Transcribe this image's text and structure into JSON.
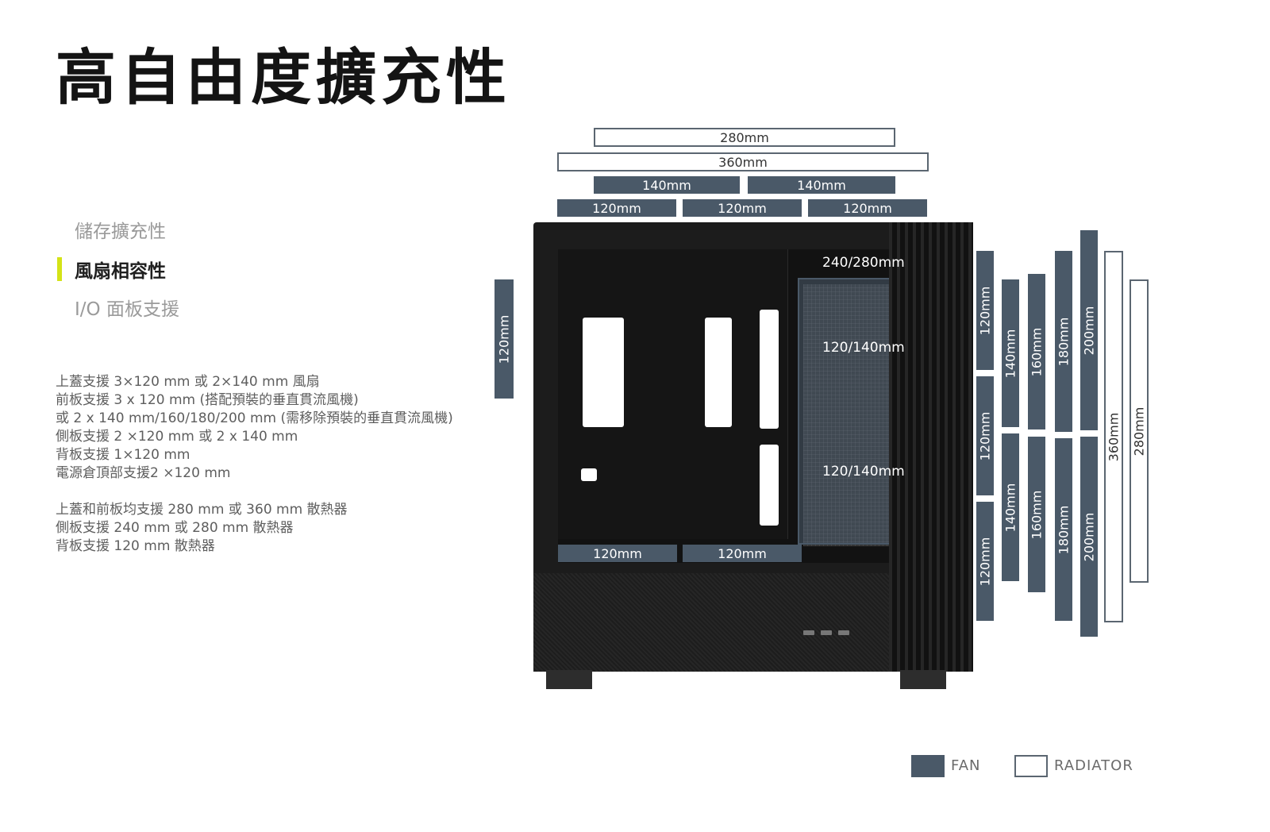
{
  "title": "高自由度擴充性",
  "tabs": [
    {
      "label": "儲存擴充性",
      "active": false
    },
    {
      "label": "風扇相容性",
      "active": true
    },
    {
      "label": "I/O 面板支援",
      "active": false
    }
  ],
  "specs": {
    "fans": [
      "上蓋支援 3×120 mm 或 2×140 mm 風扇",
      "前板支援 3 x 120 mm (搭配預裝的垂直貫流風機)",
      "或 2 x 140 mm/160/180/200 mm (需移除預裝的垂直貫流風機)",
      "側板支援 2 ×120 mm 或 2 x 140 mm",
      "背板支援 1×120 mm",
      "電源倉頂部支援2 ×120 mm"
    ],
    "radiators": [
      "上蓋和前板均支援 280 mm 或 360 mm 散熱器",
      "側板支援 240 mm 或 280 mm 散熱器",
      "背板支援 120 mm 散熱器"
    ]
  },
  "diagram": {
    "top": {
      "radiator_280": "280mm",
      "radiator_360": "360mm",
      "fan_140": [
        "140mm",
        "140mm"
      ],
      "fan_120": [
        "120mm",
        "120mm",
        "120mm"
      ]
    },
    "rear_fan": "120mm",
    "side": {
      "radiator": "240/280mm",
      "fans": [
        "120/140mm",
        "120/140mm"
      ]
    },
    "bottom_fans": [
      "120mm",
      "120mm"
    ],
    "front": {
      "fan_120": [
        "120mm",
        "120mm",
        "120mm"
      ],
      "fan_140": [
        "140mm",
        "140mm"
      ],
      "fan_160": [
        "160mm",
        "160mm"
      ],
      "fan_180": [
        "180mm",
        "180mm"
      ],
      "fan_200": [
        "200mm",
        "200mm"
      ],
      "radiator_360": "360mm",
      "radiator_280": "280mm"
    }
  },
  "legend": {
    "fan": "FAN",
    "radiator": "RADIATOR"
  },
  "colors": {
    "fan": "#4a5968",
    "accent": "#d4e317",
    "case": "#1c1c1c"
  }
}
